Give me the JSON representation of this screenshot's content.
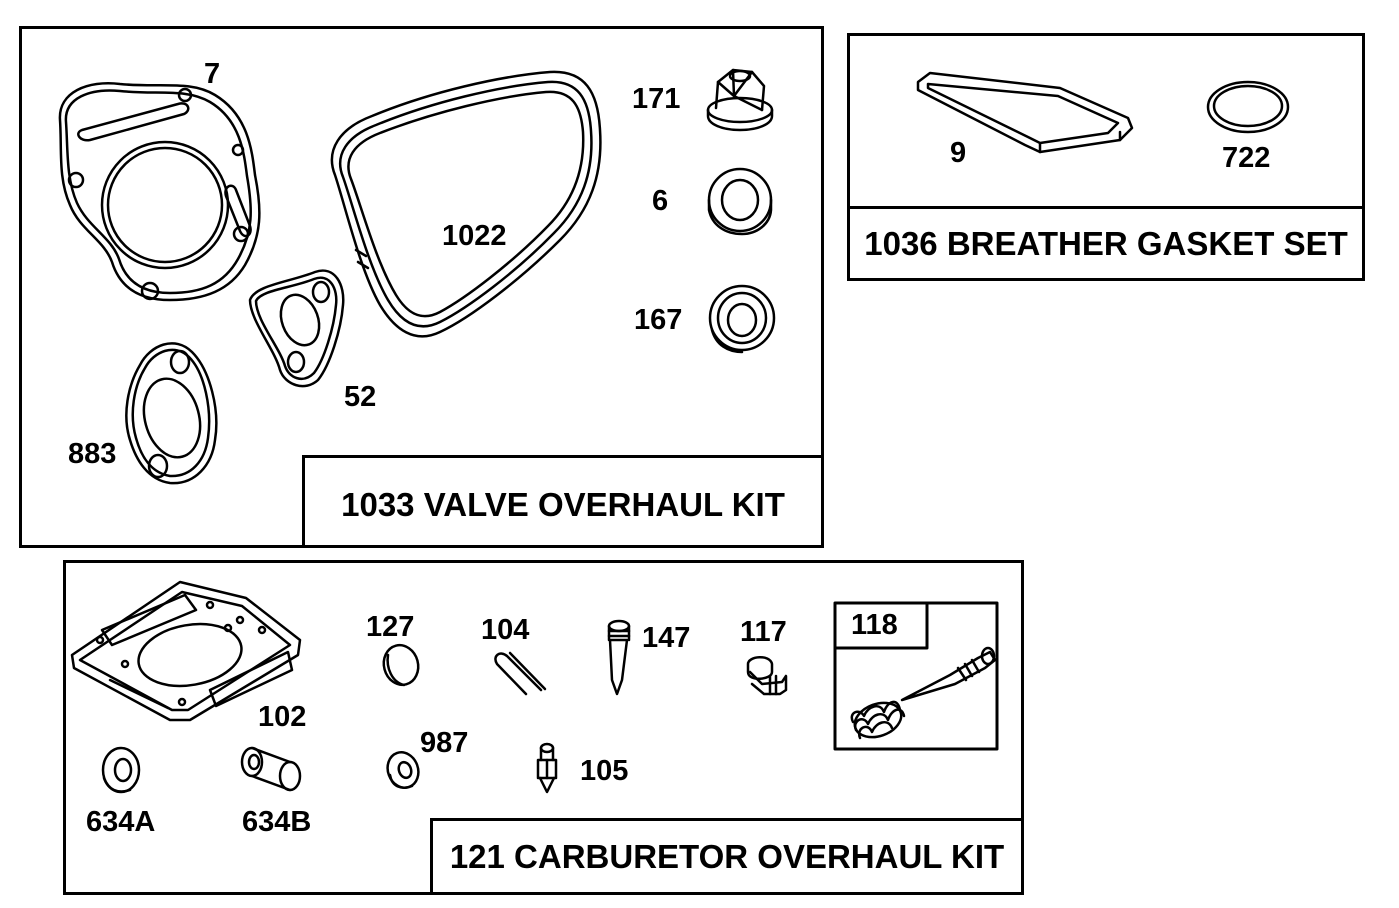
{
  "kits": {
    "valve": {
      "title": "1033 VALVE OVERHAUL KIT"
    },
    "breather": {
      "title": "1036 BREATHER GASKET SET"
    },
    "carburetor": {
      "title": "121 CARBURETOR OVERHAUL KIT",
      "subkit_label": "118"
    }
  },
  "callouts": {
    "c7": "7",
    "c883": "883",
    "c52": "52",
    "c1022": "1022",
    "c171": "171",
    "c6": "6",
    "c167": "167",
    "c9": "9",
    "c722": "722",
    "c102": "102",
    "c127": "127",
    "c104": "104",
    "c147": "147",
    "c117": "117",
    "c987": "987",
    "c105": "105",
    "c634A": "634A",
    "c634B": "634B"
  },
  "colors": {
    "ink": "#000000",
    "paper": "#ffffff"
  }
}
